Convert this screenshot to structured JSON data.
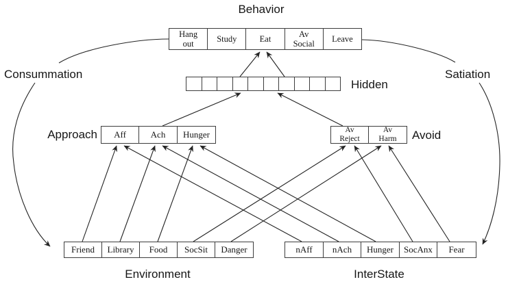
{
  "diagram": {
    "title": "Behavior",
    "side_flows": {
      "left": {
        "label": "Consummation",
        "from": "Behavior",
        "to": "Environment"
      },
      "right": {
        "label": "Satiation",
        "from": "Behavior",
        "to": "InterState"
      }
    },
    "layers": {
      "behavior": {
        "cells": [
          "Hang\nout",
          "Study",
          "Eat",
          "Av\nSocial",
          "Leave"
        ]
      },
      "hidden": {
        "label": "Hidden",
        "cell_count": 10
      },
      "approach": {
        "label": "Approach",
        "cells": [
          "Aff",
          "Ach",
          "Hunger"
        ]
      },
      "avoid": {
        "label": "Avoid",
        "cells": [
          "Av\nReject",
          "Av\nHarm"
        ]
      },
      "environment": {
        "label": "Environment",
        "cells": [
          "Friend",
          "Library",
          "Food",
          "SocSit",
          "Danger"
        ]
      },
      "interstate": {
        "label": "InterState",
        "cells": [
          "nAff",
          "nAch",
          "Hunger",
          "SocAnx",
          "Fear"
        ]
      }
    },
    "connections": [
      {
        "from": "Friend",
        "to": "Aff"
      },
      {
        "from": "Library",
        "to": "Ach"
      },
      {
        "from": "Food",
        "to": "Hunger"
      },
      {
        "from": "SocSit",
        "to": "Av Reject"
      },
      {
        "from": "Danger",
        "to": "Av Harm"
      },
      {
        "from": "nAff",
        "to": "Aff"
      },
      {
        "from": "nAch",
        "to": "Ach"
      },
      {
        "from": "Hunger",
        "to": "Hunger"
      },
      {
        "from": "SocAnx",
        "to": "Av Reject"
      },
      {
        "from": "Fear",
        "to": "Av Harm"
      },
      {
        "from": "Approach",
        "to": "Hidden"
      },
      {
        "from": "Avoid",
        "to": "Hidden"
      },
      {
        "from": "Hidden",
        "to": "Eat"
      },
      {
        "from": "Hidden",
        "to": "Eat"
      }
    ],
    "colors": {
      "line": "#232323",
      "border": "#3c3c3c",
      "text": "#111111",
      "background": "#ffffff"
    }
  }
}
